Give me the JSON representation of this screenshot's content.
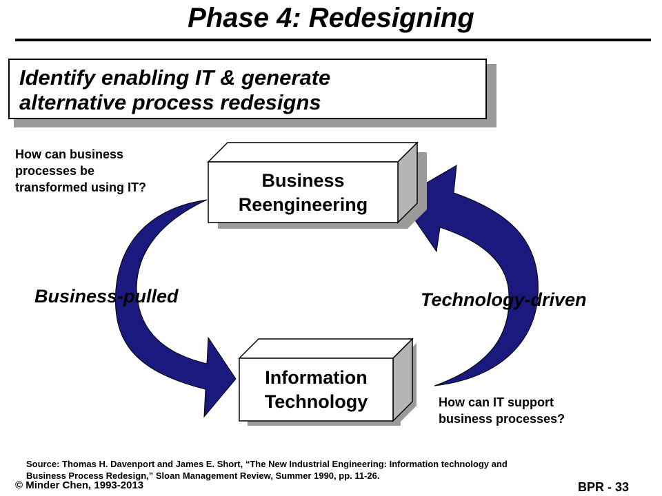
{
  "title": "Phase 4: Redesigning",
  "callout": {
    "line1": "Identify enabling IT & generate",
    "line2": "alternative process redesigns"
  },
  "questions": {
    "business": [
      "How can business",
      "processes be",
      "transformed using IT?"
    ],
    "it": [
      "How can IT support",
      "business processes?"
    ]
  },
  "boxes": {
    "business_reengineering": [
      "Business",
      "Reengineering"
    ],
    "information_technology": [
      "Information",
      "Technology"
    ]
  },
  "flows": {
    "left": "Business-pulled",
    "right": "Technology-driven"
  },
  "colors": {
    "arrow": "#1a1a7e",
    "box_side": "#b5b5b5",
    "box_top": "#ffffff",
    "shadow": "#9a9a9a"
  },
  "footer": {
    "source_line1": "Source: Thomas H. Davenport and James E. Short, “The New Industrial Engineering: Information technology and",
    "source_line2": "Business Process Redesign,” Sloan Management Review, Summer 1990, pp. 11-26.",
    "copyright": "© Minder Chen, 1993-2013",
    "page": "BPR - 33"
  }
}
